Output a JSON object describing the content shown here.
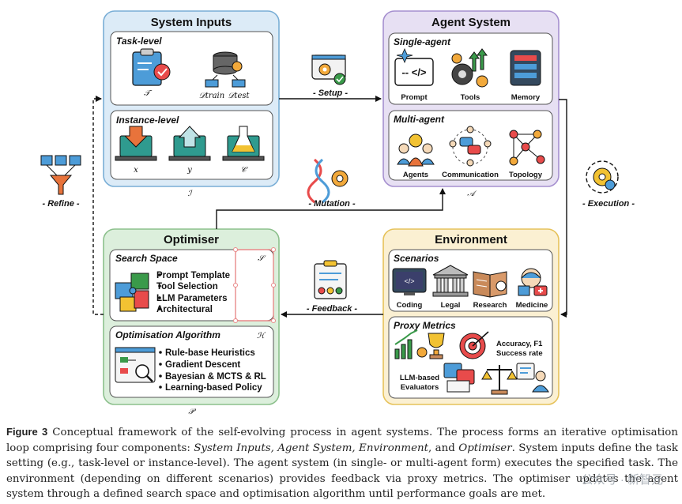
{
  "system_inputs": {
    "title": "System Inputs",
    "task_level": {
      "title": "Task-level",
      "symbols": [
        "𝒯",
        "𝒟train",
        "𝒟test"
      ]
    },
    "instance_level": {
      "title": "Instance-level",
      "symbols": [
        "x",
        "y",
        "𝒞"
      ]
    },
    "symbol": "ℐ"
  },
  "agent_system": {
    "title": "Agent System",
    "single_agent": {
      "title": "Single-agent",
      "labels": [
        "Prompt",
        "Tools",
        "Memory"
      ]
    },
    "multi_agent": {
      "title": "Multi-agent",
      "labels": [
        "Agents",
        "Communication",
        "Topology"
      ]
    },
    "symbol": "𝒜"
  },
  "optimiser": {
    "title": "Optimiser",
    "search_space": {
      "title": "Search Space",
      "symbol": "𝒮",
      "items": [
        "Prompt Template",
        "Tool Selection",
        "LLM Parameters",
        "Architectural"
      ]
    },
    "algorithm": {
      "title": "Optimisation Algorithm",
      "symbol": "ℋ",
      "items": [
        "Rule-base Heuristics",
        "Gradient Descent",
        "Bayesian & MCTS & RL",
        "Learning-based Policy"
      ]
    },
    "symbol": "𝒫"
  },
  "environment": {
    "title": "Environment",
    "scenarios": {
      "title": "Scenarios",
      "labels": [
        "Coding",
        "Legal",
        "Research",
        "Medicine"
      ]
    },
    "proxy_metrics": {
      "title": "Proxy Metrics",
      "metric_line1": "Accuracy, F1",
      "metric_line2": "Success rate",
      "evaluator_line1": "LLM-based",
      "evaluator_line2": "Evaluators"
    }
  },
  "edges": {
    "setup": "- Setup -",
    "refine": "- Refine -",
    "execution": "- Execution -",
    "mutation": "- Mutation -",
    "feedback": "- Feedback -"
  },
  "caption": {
    "label": "Figure 3",
    "text_a": " Conceptual framework of the self-evolving process in agent systems. The process forms an iterative optimisation loop comprising four components: ",
    "text_b": "System Inputs, Agent System, Environment",
    "text_c": ", and ",
    "text_d": "Optimiser",
    "text_e": ". System inputs define the task setting (e.g., task-level or instance-level). The agent system (in single- or multi-agent form) executes the specified task. The environment (depending on different scenarios) provides feedback via proxy metrics. The optimiser updates the agent system through a defined search space and optimisation algorithm until performance goals are met."
  },
  "watermark": "公众号 · 新智元",
  "colors": {
    "inputs_bg": "#dcebf7",
    "inputs_border": "#79aed6",
    "agent_bg": "#e7e0f3",
    "agent_border": "#a58fcf",
    "opt_bg": "#dcefdc",
    "opt_border": "#8cc08c",
    "env_bg": "#fbf0d2",
    "env_border": "#e6c25a"
  }
}
